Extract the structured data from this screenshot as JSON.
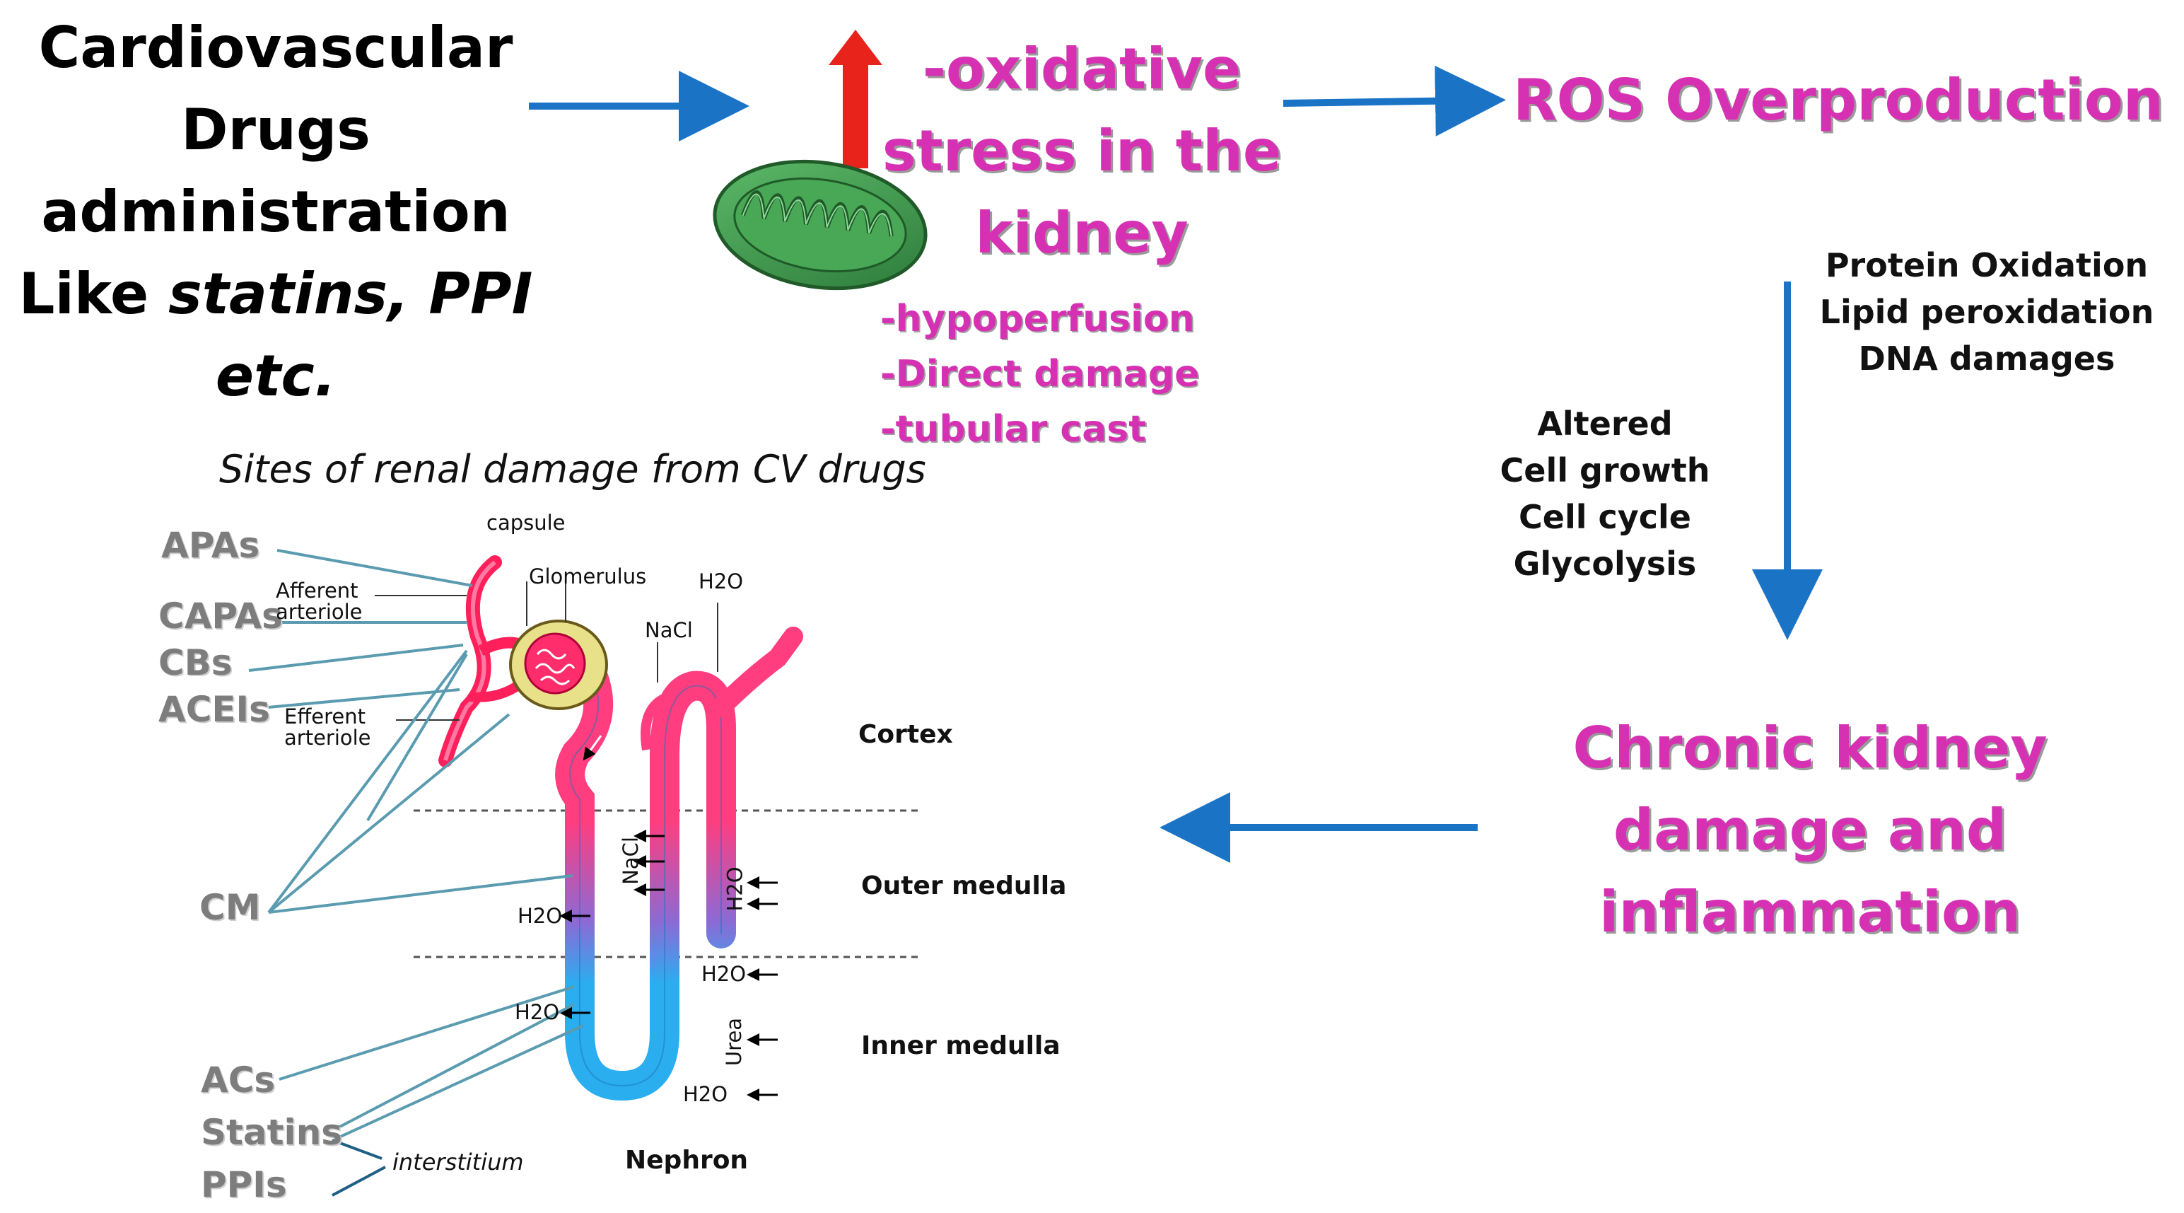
{
  "header": {
    "drugs_line1": "Cardiovascular",
    "drugs_line2": "Drugs",
    "drugs_line3": "administration",
    "drugs_line4_prefix": "Like ",
    "drugs_line4_em": "statins, PPI",
    "drugs_line5_em": "etc."
  },
  "oxidative": {
    "line1": "-oxidative",
    "line2": "stress in the",
    "line3": "kidney"
  },
  "mechanisms": [
    "-hypoperfusion",
    "-Direct damage",
    "-tubular cast"
  ],
  "ros": "ROS Overproduction",
  "damages": [
    "Protein Oxidation",
    "Lipid peroxidation",
    "DNA damages"
  ],
  "effects": [
    "Altered",
    "Cell growth",
    "Cell cycle",
    "Glycolysis"
  ],
  "ckd": {
    "line1": "Chronic kidney",
    "line2": "damage and",
    "line3": "inflammation"
  },
  "diagram": {
    "title": "Sites of renal damage from CV drugs",
    "drugs": [
      "APAs",
      "CAPAs",
      "CBs",
      "ACEIs",
      "CM",
      "ACs",
      "Statins",
      "PPIs"
    ],
    "interstitium": "interstitium",
    "labels": {
      "capsule": "capsule",
      "glomerulus": "Glomerulus",
      "afferent1": "Afferent",
      "afferent2": "arteriole",
      "efferent1": "Efferent",
      "efferent2": "arteriole",
      "nacl_top": "NaCl",
      "h2o_top": "H2O",
      "nacl_side": "NaCl",
      "h2o_side": "H2O",
      "urea": "Urea",
      "h2o_a": "H2O",
      "h2o_b": "H2O",
      "h2o_c": "H2O",
      "h2o_d": "H2O"
    },
    "zones": {
      "cortex": "Cortex",
      "outer": "Outer medulla",
      "inner": "Inner medulla"
    },
    "nephron": "Nephron"
  },
  "colors": {
    "accent_pink": "#d631b2",
    "arrow_blue": "#1b73c6",
    "arrow_red": "#e8231c",
    "tubule_pink": "#ff3d7f",
    "tubule_blue": "#2aaef0",
    "mito_green": "#3c9a4c"
  }
}
